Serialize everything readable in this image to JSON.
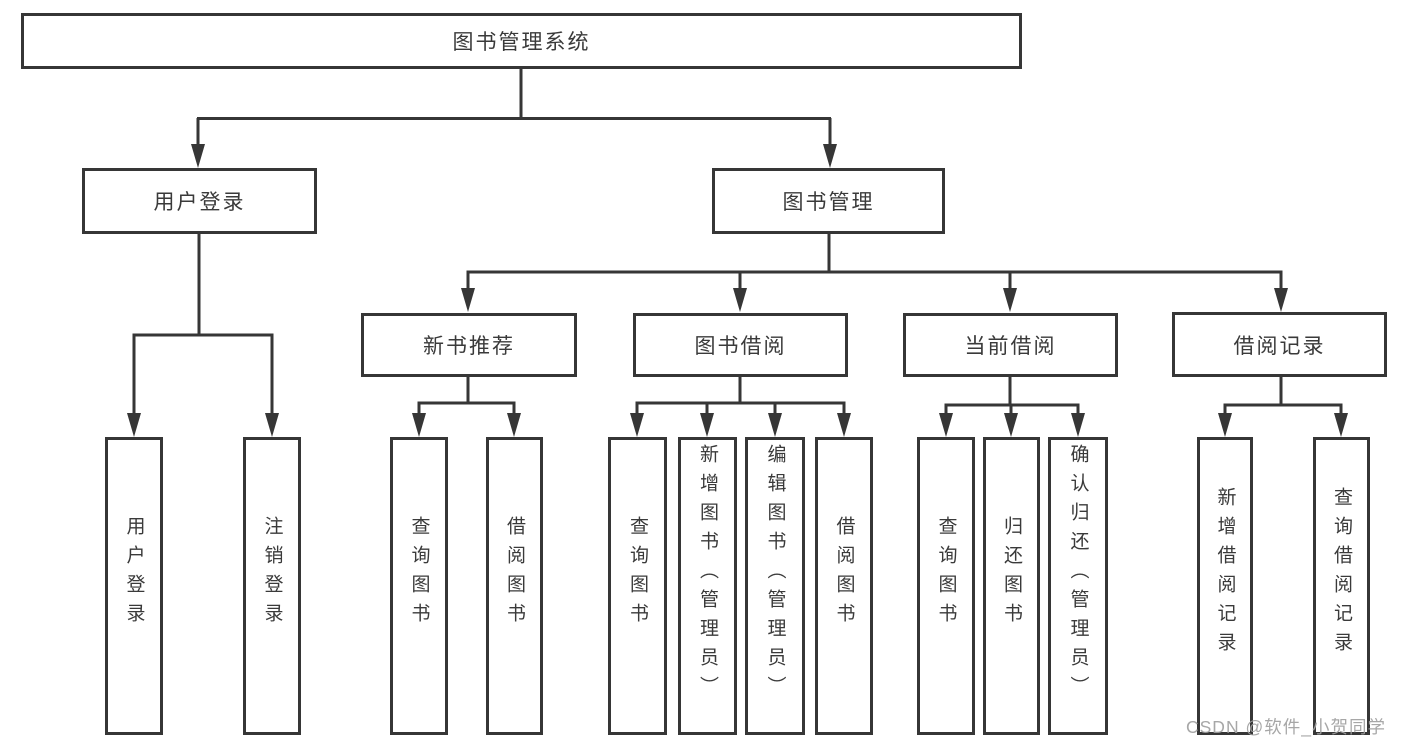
{
  "diagram": {
    "title": "图书管理系统",
    "type": "hierarchy-tree"
  },
  "tree": {
    "root": "图书管理系统",
    "children": [
      {
        "label": "用户登录",
        "children": [
          "用户登录",
          "注销登录"
        ]
      },
      {
        "label": "图书管理",
        "children": [
          {
            "label": "新书推荐",
            "children": [
              "查询图书",
              "借阅图书"
            ]
          },
          {
            "label": "图书借阅",
            "children": [
              "查询图书",
              "新增图书（管理员）",
              "编辑图书（管理员）",
              "借阅图书"
            ]
          },
          {
            "label": "当前借阅",
            "children": [
              "查询图书",
              "归还图书",
              "确认归还（管理员）"
            ]
          },
          {
            "label": "借阅记录",
            "children": [
              "新增借阅记录",
              "查询借阅记录"
            ]
          }
        ]
      }
    ]
  },
  "watermark": "CSDN @软件_小贺同学",
  "colors": {
    "line": "#363636",
    "text": "#3a3a3a",
    "background": "#ffffff",
    "watermark": "#a0a0a0"
  }
}
